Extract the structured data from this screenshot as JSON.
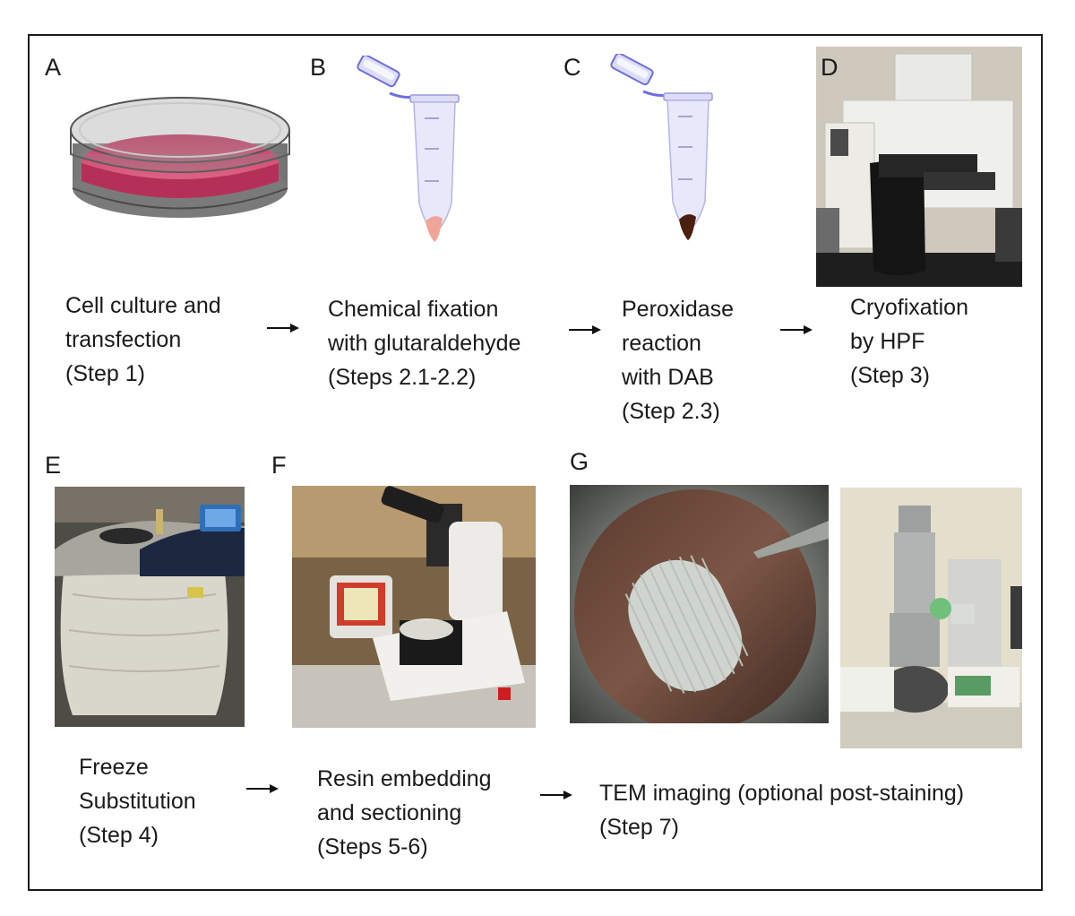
{
  "panels": {
    "A": {
      "letter": "A",
      "caption": [
        "Cell culture and",
        "transfection",
        "(Step 1)"
      ],
      "icon": "petri-dish-icon"
    },
    "B": {
      "letter": "B",
      "caption": [
        "Chemical fixation",
        "with glutaraldehyde",
        "(Steps 2.1-2.2)"
      ],
      "icon": "microcentrifuge-tube-icon",
      "pellet_color": "#f0a598"
    },
    "C": {
      "letter": "C",
      "caption": [
        "Peroxidase",
        "reaction",
        "with DAB",
        "(Step 2.3)"
      ],
      "icon": "microcentrifuge-tube-icon",
      "pellet_color": "#4a1f10"
    },
    "D": {
      "letter": "D",
      "caption": [
        "Cryofixation",
        "by HPF",
        "(Step 3)"
      ],
      "icon": "high-pressure-freezer-photo"
    },
    "E": {
      "letter": "E",
      "caption": [
        "Freeze",
        "Substitution",
        "(Step 4)"
      ],
      "icon": "freeze-substitution-unit-photo"
    },
    "F": {
      "letter": "F",
      "caption": [
        "Resin embedding",
        "and sectioning",
        "(Steps 5-6)"
      ],
      "icon": "ultramicrotome-photo"
    },
    "G": {
      "letter": "G",
      "caption": [
        "TEM imaging (optional post-staining)",
        "(Step 7)"
      ],
      "icons": [
        "tem-grid-photo",
        "electron-microscope-photo"
      ]
    }
  },
  "colors": {
    "medium_pink": "#d9466f",
    "dish_gray": "#8c8c8c",
    "tube_lavender": "#dcdcf5",
    "arrow": "#111111",
    "frame": "#1a1a1a"
  }
}
